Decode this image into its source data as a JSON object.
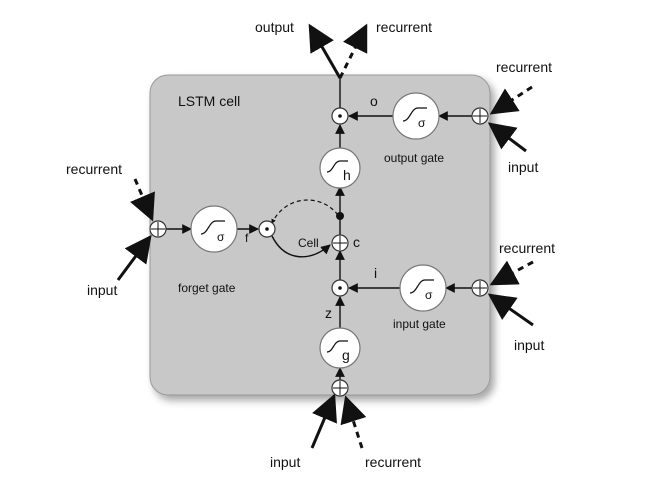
{
  "cell": {
    "title": "LSTM cell",
    "cell_label": "Cell"
  },
  "top": {
    "output": "output",
    "recurrent": "recurrent"
  },
  "left": {
    "recurrent": "recurrent",
    "input": "input"
  },
  "output_side": {
    "recurrent": "recurrent",
    "input": "input"
  },
  "input_side": {
    "recurrent": "recurrent",
    "input": "input"
  },
  "bottom": {
    "input": "input",
    "recurrent": "recurrent"
  },
  "gates": {
    "output_gate": "output gate",
    "forget_gate": "forget gate",
    "input_gate": "input gate",
    "sigma": "σ",
    "h": "h",
    "g": "g"
  },
  "signals": {
    "o": "o",
    "f": "f",
    "i": "i",
    "z": "z",
    "c": "c"
  },
  "colors": {
    "cell_fill": "#c8c8c8",
    "cell_border": "#999999",
    "line": "#111111"
  }
}
